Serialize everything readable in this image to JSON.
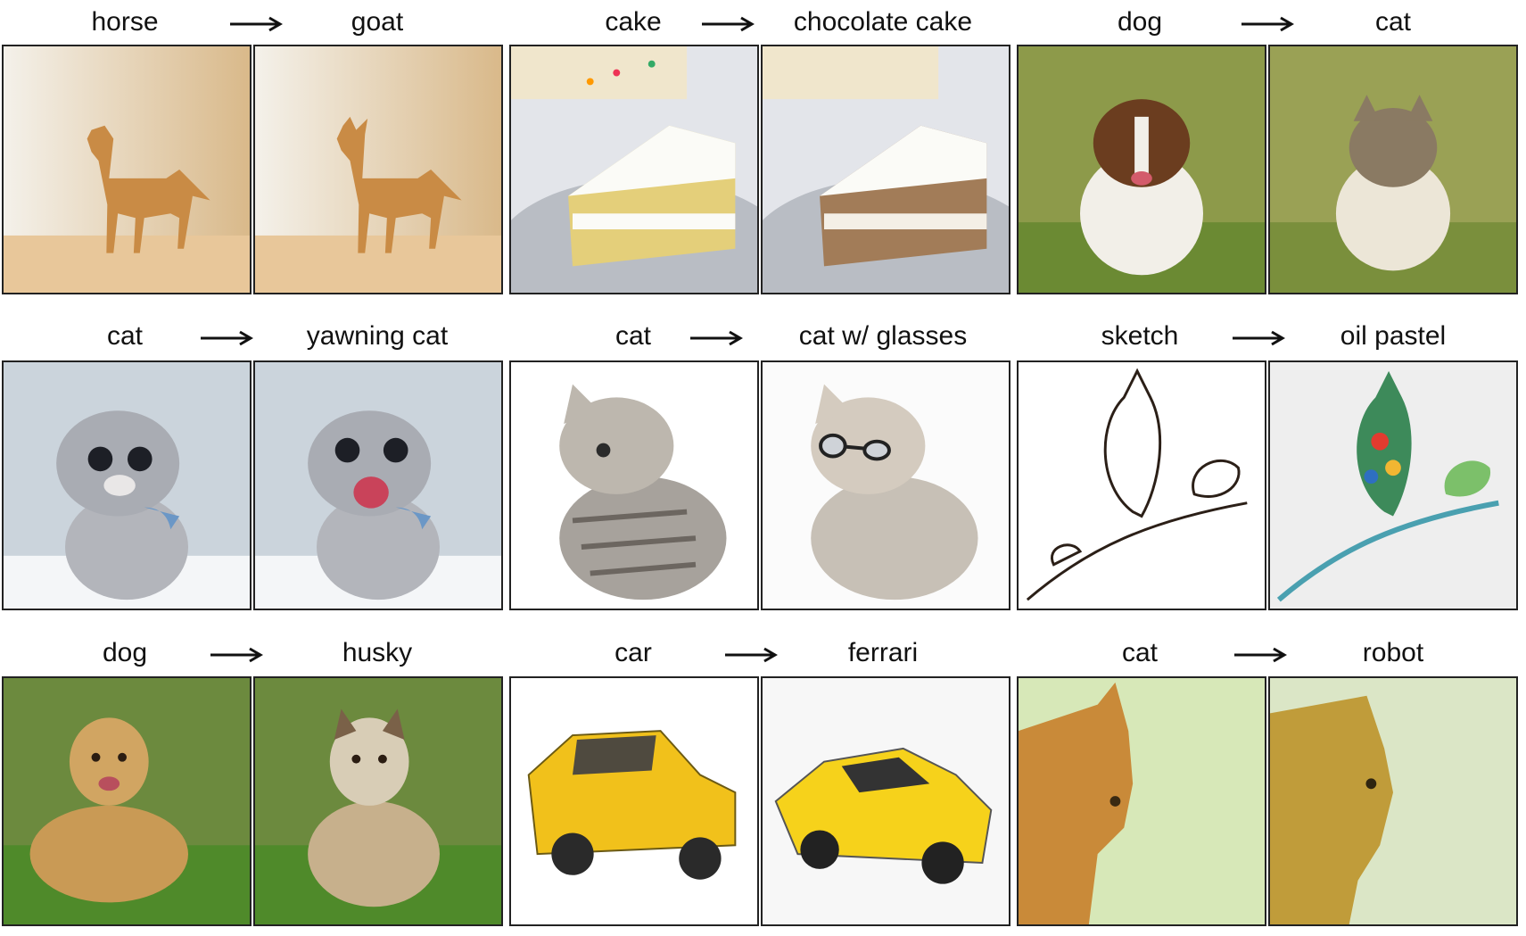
{
  "figure": {
    "rows": [
      {
        "pairs": [
          {
            "source": "horse",
            "target": "goat"
          },
          {
            "source": "cake",
            "target": "chocolate cake"
          },
          {
            "source": "dog",
            "target": "cat"
          }
        ]
      },
      {
        "pairs": [
          {
            "source": "cat",
            "target": "yawning cat"
          },
          {
            "source": "cat",
            "target": "cat w/ glasses"
          },
          {
            "source": "sketch",
            "target": "oil pastel"
          }
        ]
      },
      {
        "pairs": [
          {
            "source": "dog",
            "target": "husky"
          },
          {
            "source": "car",
            "target": "ferrari"
          },
          {
            "source": "cat",
            "target": "robot"
          }
        ]
      }
    ]
  }
}
